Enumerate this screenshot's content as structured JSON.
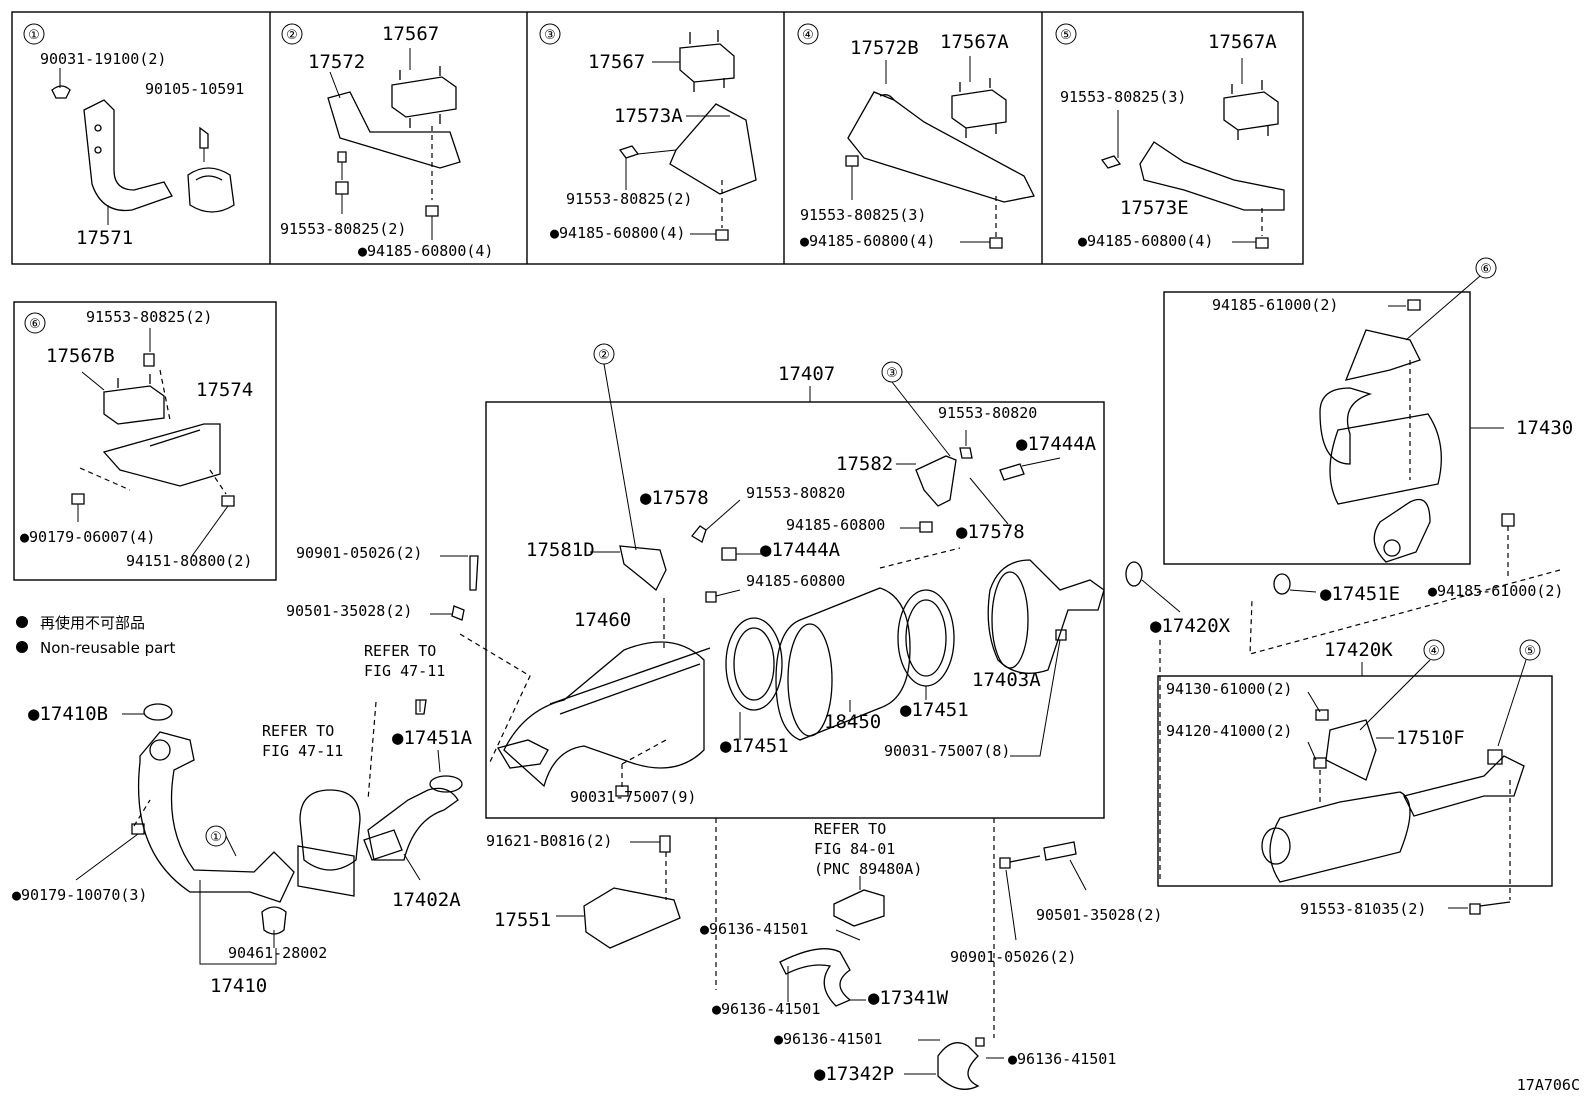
{
  "diagram_code": "17A706C",
  "legend": {
    "symbol": "●",
    "japanese": "再使用不可部品",
    "english": "Non-reusable part"
  },
  "callouts": [
    "①",
    "②",
    "③",
    "④",
    "⑤",
    "⑥"
  ],
  "detail1": {
    "p1": "90031-19100(2)",
    "p2": "90105-10591",
    "p3": "17571"
  },
  "detail2": {
    "p1": "17567",
    "p2": "17572",
    "p3": "91553-80825(2)",
    "p4": "●94185-60800(4)"
  },
  "detail3": {
    "p1": "17567",
    "p2": "17573A",
    "p3": "91553-80825(2)",
    "p4": "●94185-60800(4)"
  },
  "detail4": {
    "p1": "17572B",
    "p2": "17567A",
    "p3": "91553-80825(3)",
    "p4": "●94185-60800(4)"
  },
  "detail5": {
    "p1": "17567A",
    "p2": "91553-80825(3)",
    "p3": "17573E",
    "p4": "●94185-60800(4)"
  },
  "detail6": {
    "p1": "91553-80825(2)",
    "p2": "17567B",
    "p3": "17574",
    "p4": "●90179-06007(4)",
    "p5": "94151-80800(2)"
  },
  "main": {
    "p17407": "17407",
    "p17582": "17582",
    "p91553_80820a": "91553-80820",
    "p17444A_a": "●17444A",
    "p17578_a": "●17578",
    "p91553_80820b": "91553-80820",
    "p94185_60800a": "94185-60800",
    "p17578_b": "●17578",
    "p17581D": "17581D",
    "p17444A_b": "●17444A",
    "p94185_60800b": "94185-60800",
    "p17460": "17460",
    "p90901_05026a": "90901-05026(2)",
    "p90501_35028a": "90501-35028(2)",
    "refer1a": "REFER TO",
    "refer1b": "FIG 47-11",
    "refer2a": "REFER TO",
    "refer2b": "FIG 47-11",
    "p17410B": "●17410B",
    "p17451A": "●17451A",
    "p17451a": "●17451",
    "p18450": "18450",
    "p17451b": "●17451",
    "p17403A": "17403A",
    "p90031_75007_8": "90031-75007(8)",
    "p90031_75007_9": "90031-75007(9)",
    "p17420X": "●17420X",
    "p90179_10070": "●90179-10070(3)",
    "p17402A": "17402A",
    "p90461": "90461-28002",
    "p17410": "17410",
    "p91621": "91621-B0816(2)",
    "p17551": "17551",
    "refer3a": "REFER TO",
    "refer3b": "FIG 84-01",
    "refer3c": "(PNC 89480A)",
    "p96136a": "●96136-41501",
    "p96136b": "●96136-41501",
    "p96136c": "●96136-41501",
    "p96136d": "●96136-41501",
    "p17341W": "●17341W",
    "p17342P": "●17342P",
    "p90501_35028b": "90501-35028(2)",
    "p90901_05026b": "90901-05026(2)"
  },
  "right": {
    "p94185_61000a": "94185-61000(2)",
    "p17430": "17430",
    "p17451E": "●17451E",
    "p94185_61000b": "●94185-61000(2)",
    "p17420K": "17420K",
    "p94130": "94130-61000(2)",
    "p94120": "94120-41000(2)",
    "p17510F": "17510F",
    "p91553_81035": "91553-81035(2)"
  }
}
